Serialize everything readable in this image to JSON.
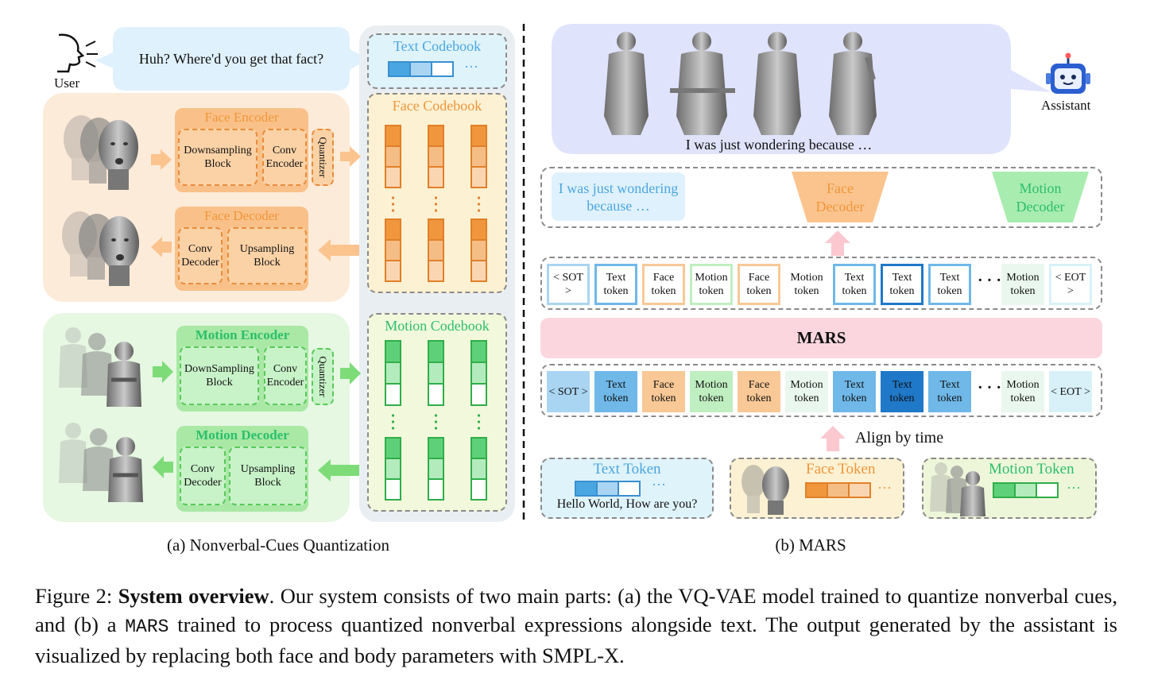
{
  "panel_a": {
    "user_label": "User",
    "user_speech": "Huh? Where'd you get that fact?",
    "text_codebook": {
      "title": "Text Codebook",
      "ellipsis": "···"
    },
    "face_codebook": {
      "title": "Face Codebook"
    },
    "motion_codebook": {
      "title": "Motion Codebook"
    },
    "face_encoder": {
      "title": "Face Encoder",
      "block1": "Downsampling Block",
      "block2": "Conv Encoder",
      "quantizer": "Quantizer"
    },
    "face_decoder": {
      "title": "Face Decoder",
      "block1": "Conv Decoder",
      "block2": "Upsampling Block"
    },
    "motion_encoder": {
      "title": "Motion Encoder",
      "block1": "DownSampling Block",
      "block2": "Conv Encoder",
      "quantizer": "Quantizer"
    },
    "motion_decoder": {
      "title": "Motion Decoder",
      "block1": "Conv Decoder",
      "block2": "Upsampling Block"
    },
    "caption": "(a) Nonverbal-Cues Quantization",
    "colors": {
      "face_bg": "#fdebd9",
      "motion_bg": "#e6f7e2",
      "codebook_bg": "#e9eef2",
      "speech_bg": "#dff1fc"
    }
  },
  "panel_b": {
    "assistant_label": "Assistant",
    "assistant_speech": "I was just wondering because …",
    "output_text": "I was just wondering because …",
    "face_decoder": "Face Decoder",
    "motion_decoder": "Motion Decoder",
    "model_name": "MARS",
    "align_label": "Align by time",
    "ellipsis": "· · ·",
    "output_tokens": [
      {
        "label": "< SOT >",
        "kind": "sot"
      },
      {
        "label": "Text token",
        "kind": "text"
      },
      {
        "label": "Face token",
        "kind": "face"
      },
      {
        "label": "Motion token",
        "kind": "motion"
      },
      {
        "label": "Face token",
        "kind": "face"
      },
      {
        "label": "Motion token",
        "kind": "motion"
      },
      {
        "label": "Text token",
        "kind": "text"
      },
      {
        "label": "Text token",
        "kind": "text-dark"
      },
      {
        "label": "Text token",
        "kind": "text"
      }
    ],
    "output_tail": [
      {
        "label": "Motion token",
        "kind": "motion"
      },
      {
        "label": "< EOT >",
        "kind": "eot"
      }
    ],
    "input_tokens": [
      {
        "label": "< SOT >",
        "kind": "sot"
      },
      {
        "label": "Text token",
        "kind": "text"
      },
      {
        "label": "Face token",
        "kind": "face"
      },
      {
        "label": "Motion token",
        "kind": "motion"
      },
      {
        "label": "Face token",
        "kind": "face"
      },
      {
        "label": "Motion token",
        "kind": "motion"
      },
      {
        "label": "Text token",
        "kind": "text"
      },
      {
        "label": "Text token",
        "kind": "text-dark"
      },
      {
        "label": "Text token",
        "kind": "text"
      }
    ],
    "input_tail": [
      {
        "label": "Motion token",
        "kind": "motion"
      },
      {
        "label": "< EOT >",
        "kind": "eot"
      }
    ],
    "text_token_box": {
      "title": "Text Token",
      "example": "Hello World, How are you?",
      "ellipsis": "···"
    },
    "face_token_box": {
      "title": "Face Token",
      "ellipsis": "···"
    },
    "motion_token_box": {
      "title": "Motion Token",
      "ellipsis": "···"
    },
    "caption": "(b) MARS"
  },
  "figure_caption": {
    "prefix": "Figure 2: ",
    "bold": "System overview",
    "part1": ". Our system consists of two main parts: (a) the VQ-VAE model trained to quantize nonverbal cues, and (b) a ",
    "mono": "MARS",
    "part2": " trained to process quantized nonverbal expressions alongside text. The output generated by the assistant is visualized by replacing both face and body parameters with SMPL-X."
  },
  "colors": {
    "text_token": "#4aa6e0",
    "face_token": "#f0963c",
    "motion_token": "#2bbf6a",
    "mars_bar": "#fbd6df",
    "assistant_bubble": "#dfe3fb"
  }
}
